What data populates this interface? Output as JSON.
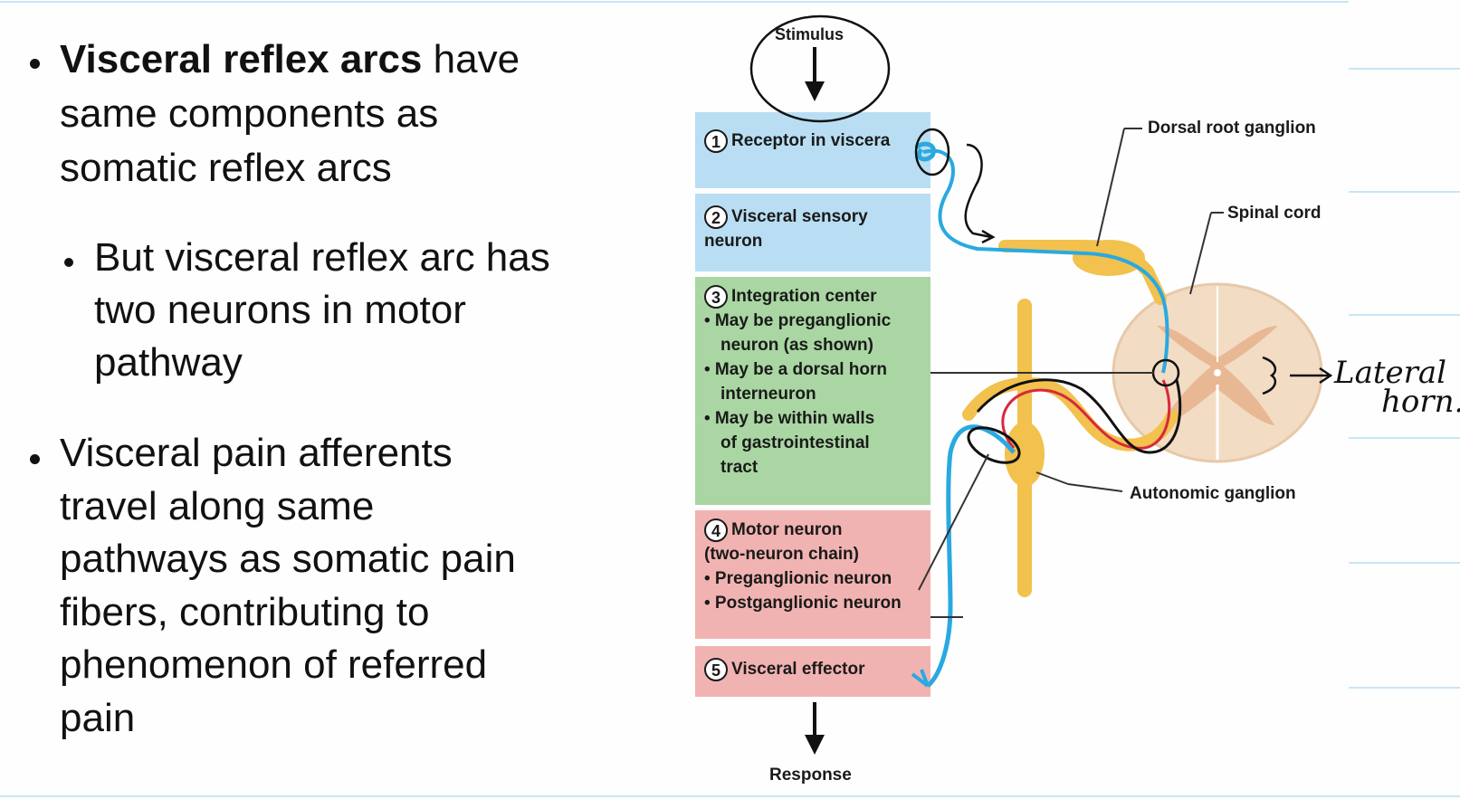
{
  "bullets": {
    "b1_bold": "Visceral reflex arcs",
    "b1_rest_a": " have",
    "b1_line2": "same components as",
    "b1_line3": "somatic reflex arcs",
    "b2_line1": "But visceral reflex arc has",
    "b2_line2": "two neurons in motor",
    "b2_line3": "pathway",
    "b3_line1": "Visceral pain afferents",
    "b3_line2": "travel along same",
    "b3_line3": "pathways as somatic pain",
    "b3_line4": "fibers, contributing to",
    "b3_line5": "phenomenon of referred",
    "b3_line6": "pain"
  },
  "diagram": {
    "stimulus": "Stimulus",
    "response": "Response",
    "steps": [
      {
        "num": "1",
        "lines": [
          "Receptor in viscera"
        ]
      },
      {
        "num": "2",
        "lines": [
          "Visceral sensory",
          "neuron"
        ]
      },
      {
        "num": "3",
        "lines": [
          "Integration center",
          "• May be preganglionic",
          "   neuron (as shown)",
          "• May be a dorsal horn",
          "   interneuron",
          "• May be within walls",
          "   of gastrointestinal",
          "   tract"
        ]
      },
      {
        "num": "4",
        "lines": [
          "Motor neuron",
          "(two-neuron chain)",
          "• Preganglionic neuron",
          "• Postganglionic neuron"
        ]
      },
      {
        "num": "5",
        "lines": [
          "Visceral effector"
        ]
      }
    ],
    "labels": {
      "dorsal_root_ganglion": "Dorsal root ganglion",
      "spinal_cord": "Spinal cord",
      "autonomic_ganglion": "Autonomic ganglion"
    },
    "handwritten": {
      "lateral": "Lateral",
      "horn": "horn."
    },
    "colors": {
      "sensory": "#b9def3",
      "integration": "#a9d6a2",
      "motor": "#f1b3b1",
      "nerve": "#f2c14e",
      "ink_blue": "#2aa9e0",
      "ink_red": "#d8283c"
    }
  }
}
